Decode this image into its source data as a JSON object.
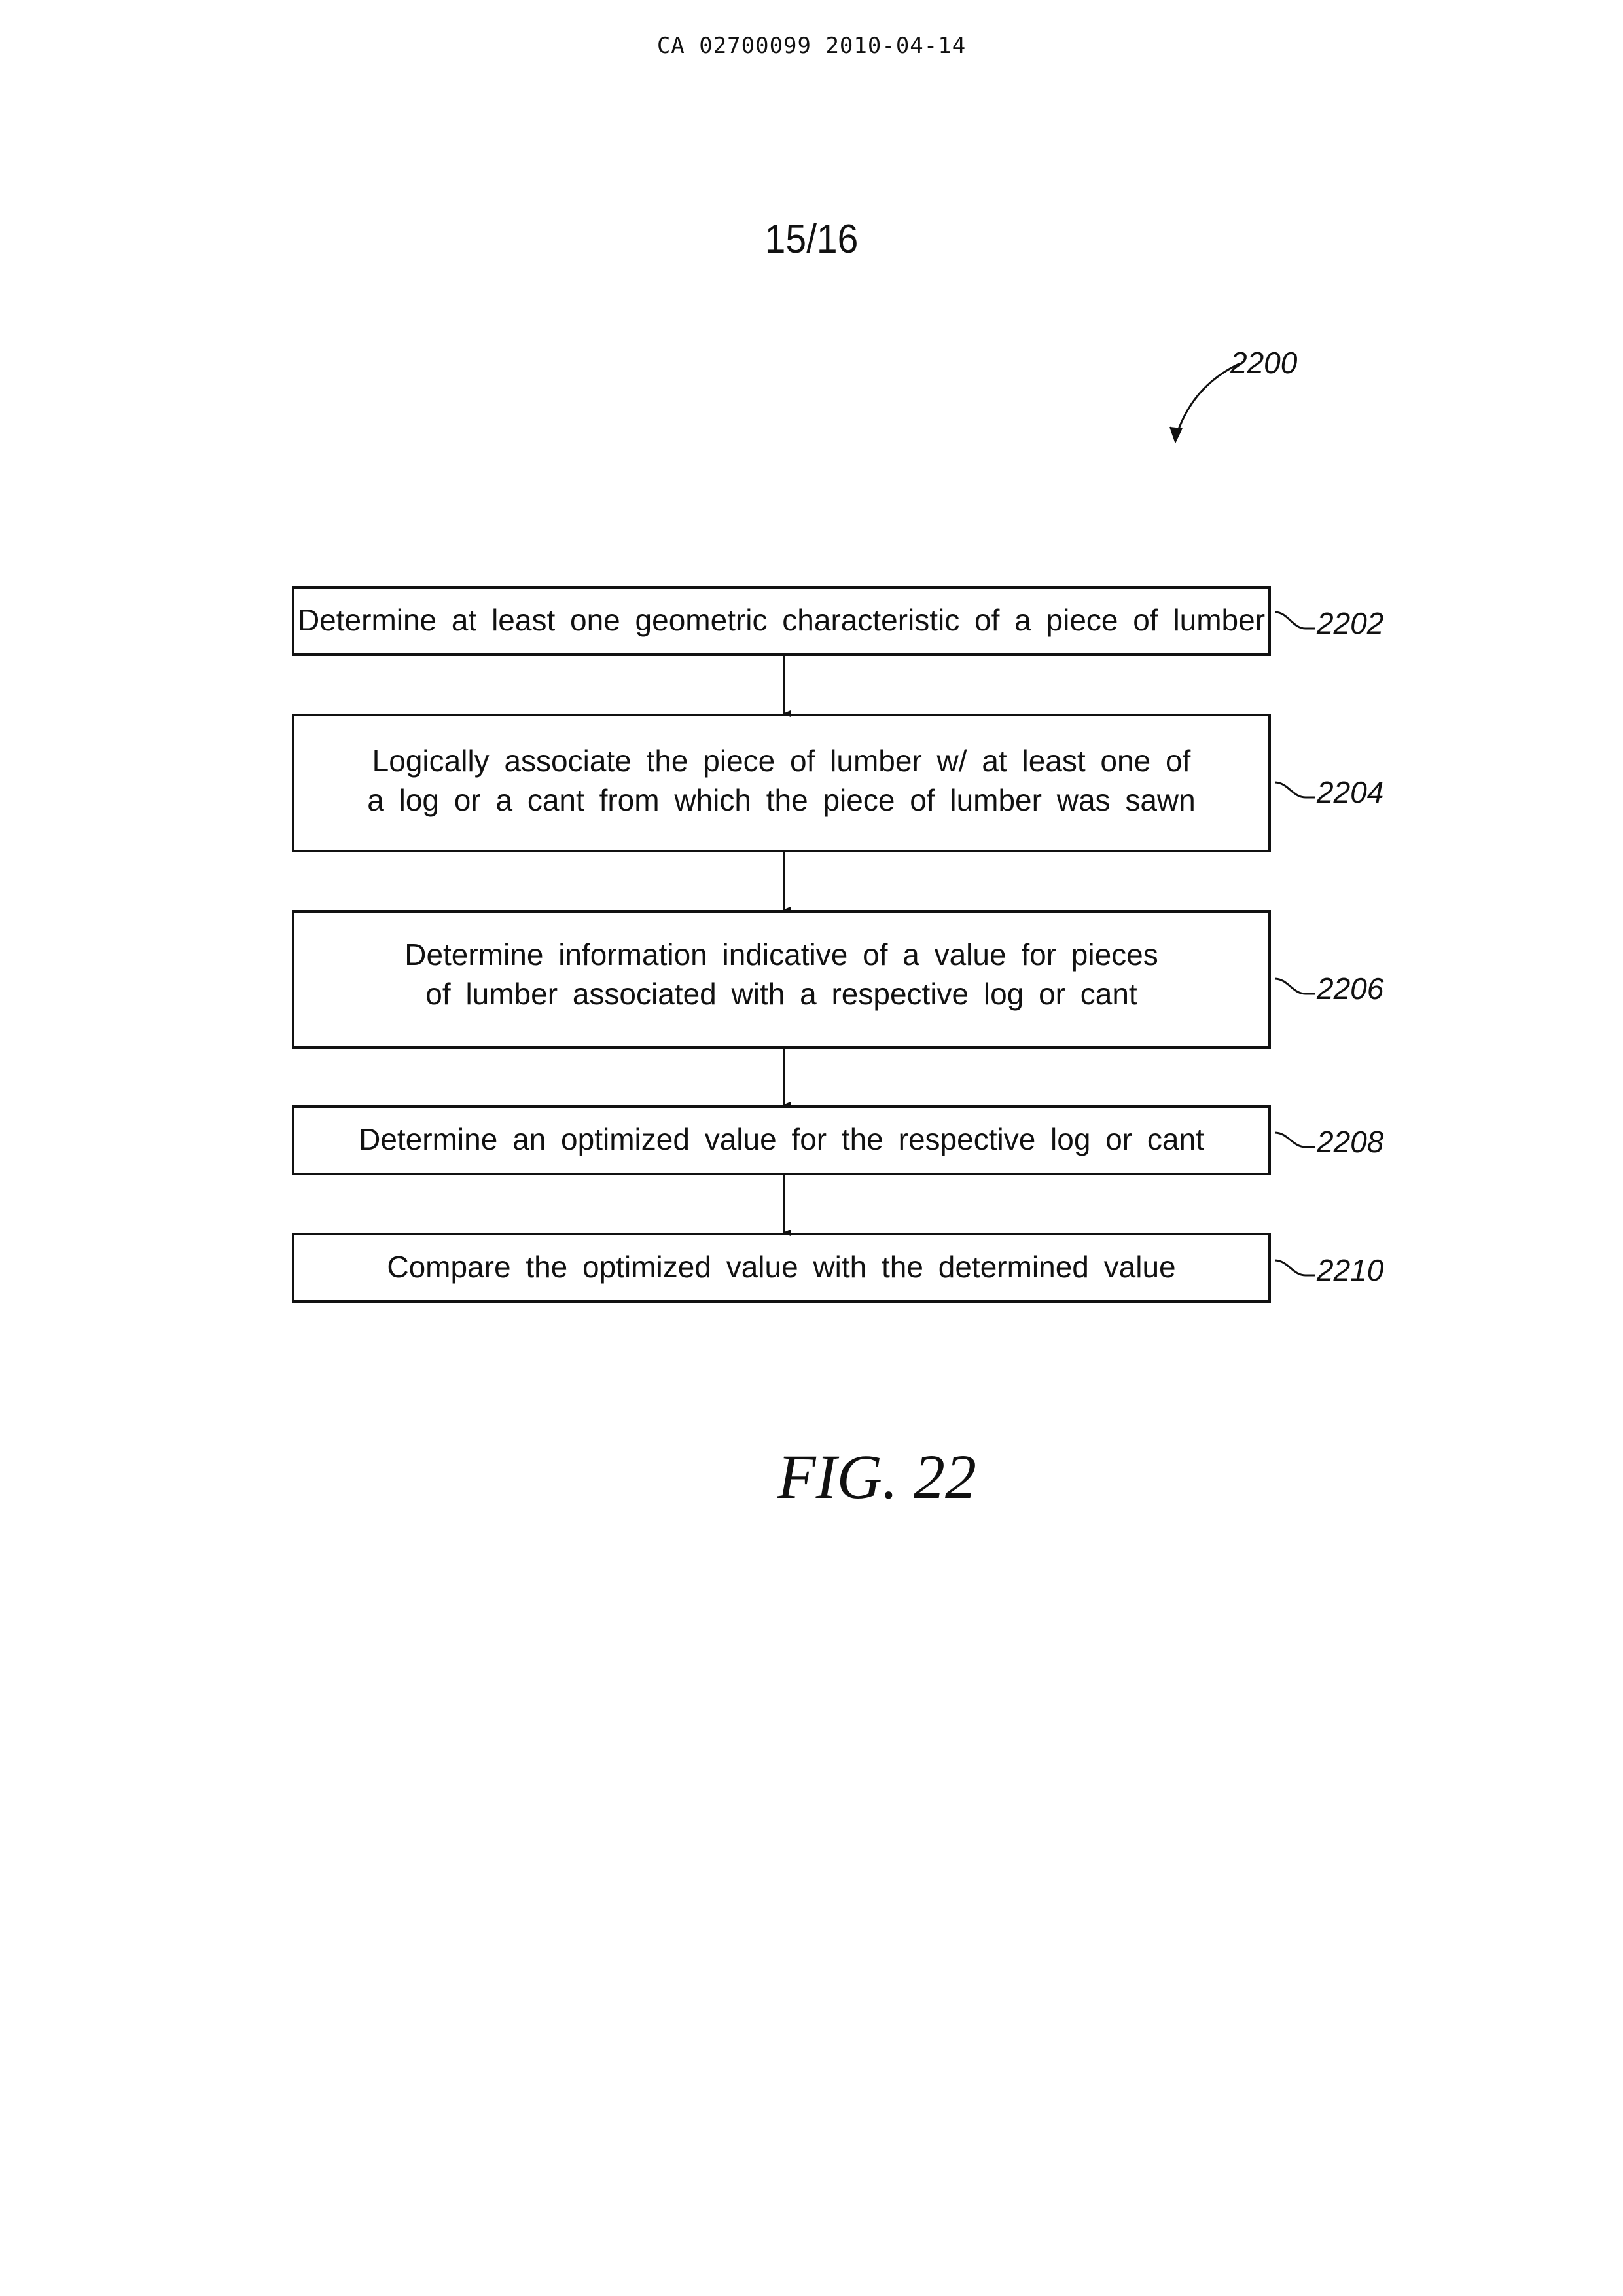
{
  "header": {
    "doc_id": "CA 02700099 2010-04-14"
  },
  "sheet": {
    "label": "15/16"
  },
  "diagram": {
    "ref": "2200",
    "steps": [
      {
        "ref": "2202",
        "lines": [
          "Determine at least one geometric characteristic of a piece of lumber"
        ]
      },
      {
        "ref": "2204",
        "lines": [
          "Logically associate the piece of lumber w/ at least one of",
          "a log or a cant from which the piece of lumber was sawn"
        ]
      },
      {
        "ref": "2206",
        "lines": [
          "Determine information indicative of a value for pieces",
          "of lumber associated with a respective log or cant"
        ]
      },
      {
        "ref": "2208",
        "lines": [
          "Determine an optimized value for the respective log or cant"
        ]
      },
      {
        "ref": "2210",
        "lines": [
          "Compare the optimized value with the determined value"
        ]
      }
    ]
  },
  "figure": {
    "label": "FIG. 22"
  }
}
